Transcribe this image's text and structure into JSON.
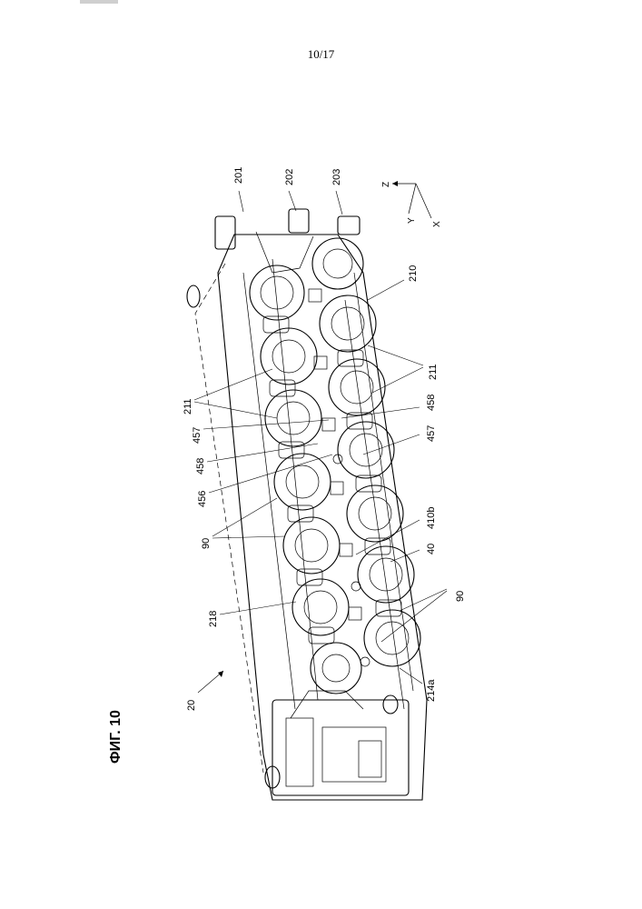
{
  "page": {
    "number": "10/17"
  },
  "figure": {
    "title": "ФИГ. 10",
    "reference_numerals": {
      "r201": "201",
      "r202": "202",
      "r203": "203",
      "r210": "210",
      "r211_left": "211",
      "r211_right": "211",
      "r457_left": "457",
      "r458_left": "458",
      "r456": "456",
      "r90_left": "90",
      "r218": "218",
      "r20": "20",
      "r458_right": "458",
      "r457_right": "457",
      "r410b": "410b",
      "r40": "40",
      "r90_right": "90",
      "r214a": "214a"
    },
    "axes": {
      "z": "Z",
      "y": "Y",
      "x": "X"
    }
  }
}
